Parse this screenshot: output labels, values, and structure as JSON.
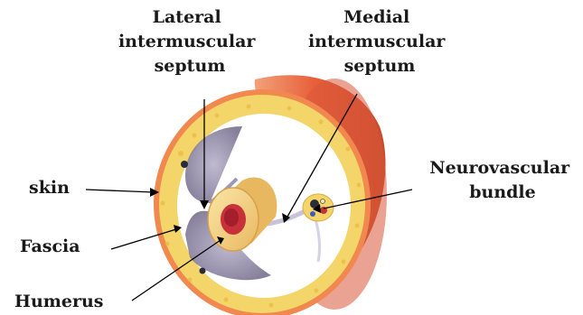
{
  "labels": {
    "lateral_septum": [
      "Lateral",
      "intermuscular",
      "septum"
    ],
    "medial_septum": [
      "Medial",
      "intermuscular",
      "septum"
    ],
    "neurovascular": [
      "Neurovascular",
      "bundle"
    ],
    "skin": "skin",
    "fascia": "Fascia",
    "humerus": "Humerus"
  },
  "colors": {
    "skin_outer": "#e8603a",
    "skin_rim": "#f08a5a",
    "fat_layer": "#f3d56a",
    "compartment_fill": "#ffffff",
    "muscle_shadow": "#8d86a6",
    "bone_shaft": "#f6d98a",
    "marrow": "#c8303a",
    "vessel_dark": "#2b2b3a"
  }
}
